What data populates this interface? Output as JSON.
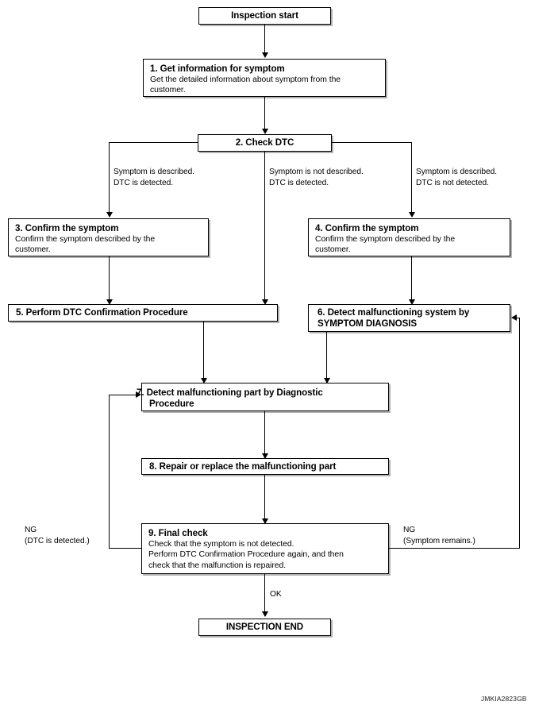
{
  "diagram": {
    "id_code": "JMKIA2823GB",
    "nodes": {
      "start": {
        "label": "Inspection start"
      },
      "step1": {
        "title": "1. Get information for symptom",
        "body": "Get the detailed information about symptom from the\ncustomer."
      },
      "step2": {
        "title": "2. Check DTC"
      },
      "step3": {
        "title": "3. Confirm the symptom",
        "body": "Confirm the symptom described by the\ncustomer."
      },
      "step4": {
        "title": "4. Confirm the symptom",
        "body": "Confirm the symptom described by the\ncustomer."
      },
      "step5": {
        "title": "5. Perform DTC Confirmation Procedure"
      },
      "step6": {
        "title": "6. Detect malfunctioning system by\nSYMPTOM DIAGNOSIS"
      },
      "step7": {
        "title": "7. Detect malfunctioning part by Diagnostic\nProcedure"
      },
      "step8": {
        "title": "8. Repair or replace the malfunctioning part"
      },
      "step9": {
        "title": "9. Final check",
        "body": "Check that the symptom is not detected.\nPerform DTC Confirmation Procedure again, and then\ncheck that the malfunction is repaired."
      },
      "end": {
        "label": "INSPECTION END"
      }
    },
    "edge_labels": {
      "branch_left": "Symptom is described.\nDTC is detected.",
      "branch_center": "Symptom is not described.\nDTC is detected.",
      "branch_right": "Symptom is described.\nDTC is not detected.",
      "ng_left": "NG\n(DTC is detected.)",
      "ng_right": "NG\n(Symptom remains.)",
      "ok": "OK"
    },
    "colors": {
      "line": "#000000",
      "background": "#ffffff",
      "shadow": "rgba(0,0,0,0.30)"
    }
  }
}
